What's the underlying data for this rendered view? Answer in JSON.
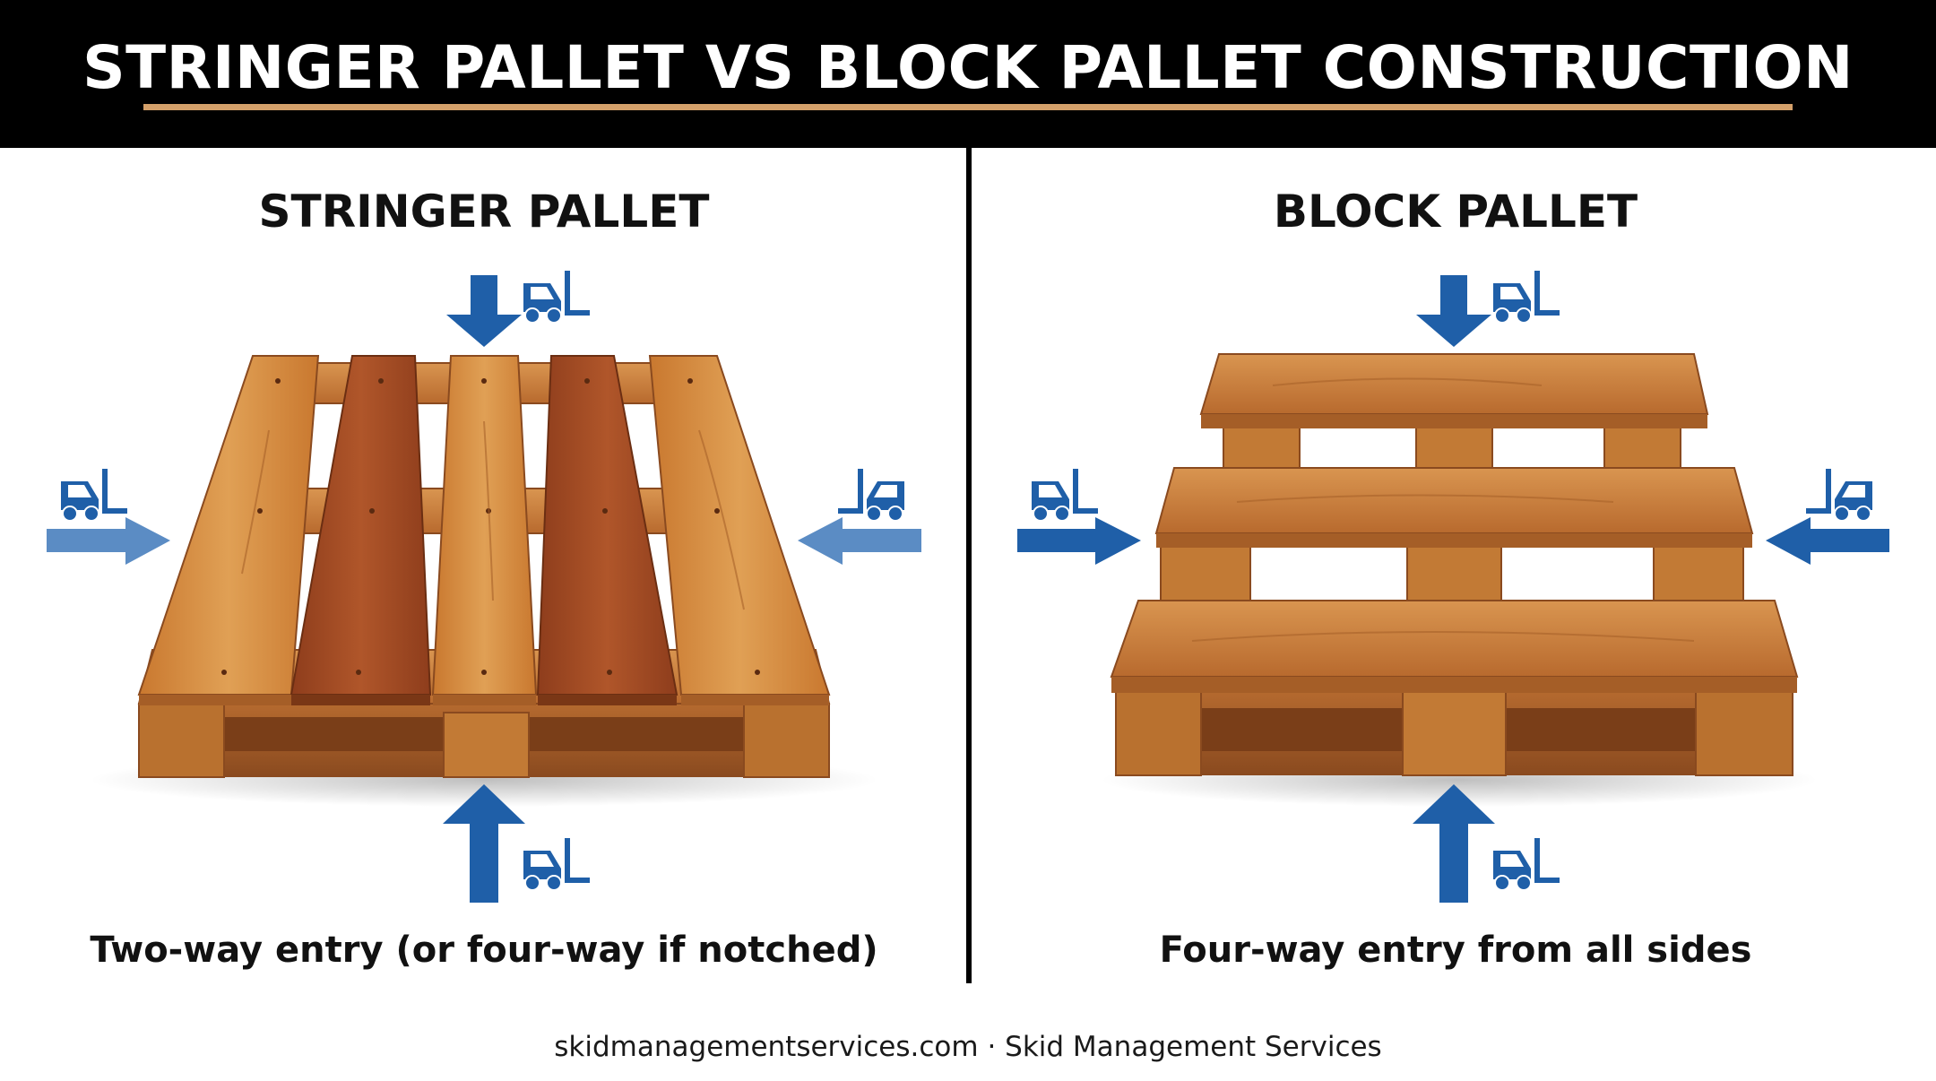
{
  "title": "STRINGER PALLET VS BLOCK PALLET CONSTRUCTION",
  "panels": [
    {
      "heading": "STRINGER PALLET",
      "caption": "Two-way entry (or four-way if notched)",
      "icon": "forklift-icon"
    },
    {
      "heading": "BLOCK PALLET",
      "caption": "Four-way entry from all sides",
      "icon": "forklift-icon"
    }
  ],
  "footer": "skidmanagementservices.com · Skid Management Services",
  "colors": {
    "header_bg": "#000000",
    "underline": "#d4a06a",
    "arrow_blue": "#1f5fa8",
    "wood_light": "#d48f44",
    "wood_dark": "#9c4a22"
  }
}
